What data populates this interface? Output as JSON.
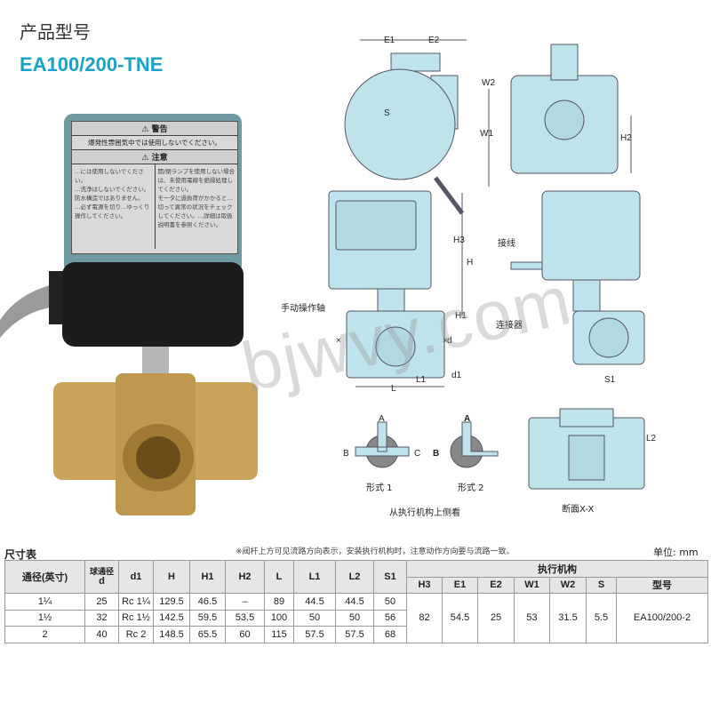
{
  "header": {
    "title_cn": "产品型号",
    "model": "EA100/200-TNE"
  },
  "watermark": "bjwvy.com",
  "label": {
    "warning_title": "⚠ 警告",
    "warning_text": "爆発性雰囲気中では使用しないでください。",
    "caution_title": "⚠ 注意",
    "caution_left": [
      "…には使用しないでください。",
      "…洗浄はしないでください。防水構造ではありません。",
      "…必ず電源を切り…ゆっくり操作してください。"
    ],
    "caution_right": [
      "開/閉ランプを使用しない場合は、未使用電線を絶縁処理してください。",
      "モータに過負荷がかかると…切って異常の状況をチェックしてください。…詳細は取扱説明書を参照ください。"
    ]
  },
  "diagram": {
    "E1": "E1",
    "E2": "E2",
    "W1": "W1",
    "W2": "W2",
    "S": "S",
    "H2": "H2",
    "H3": "H3",
    "H": "H",
    "H1": "H1",
    "d": "d",
    "d1": "d1",
    "L": "L",
    "L1": "L1",
    "S1": "S1",
    "L2": "L2",
    "x_mark": "×",
    "manual_shaft": "手动操作轴",
    "wiring": "接线",
    "connector": "连接器",
    "port_a": "A",
    "port_b": "B",
    "port_c": "C",
    "form1": "形式 1",
    "form2": "形式 2",
    "view_note": "从执行机构上侧看",
    "section": "断面X-X"
  },
  "table": {
    "title": "尺寸表",
    "note": "※阀杆上方可见流路方向表示，安装执行机构时，注意动作方向要与流路一致。",
    "unit": "单位: mm",
    "group_header": "执行机构",
    "headers_left": [
      "通径(英寸)",
      "球通径",
      "d",
      "d1",
      "H",
      "H1",
      "H2",
      "L",
      "L1",
      "L2",
      "S1"
    ],
    "headers_right": [
      "H3",
      "E1",
      "E2",
      "W1",
      "W2",
      "S",
      "型号"
    ],
    "rows": [
      [
        "1¼",
        "25",
        "Rc 1¼",
        "129.5",
        "46.5",
        "–",
        "89",
        "44.5",
        "44.5",
        "50"
      ],
      [
        "1½",
        "32",
        "Rc 1½",
        "142.5",
        "59.5",
        "53.5",
        "100",
        "50",
        "50",
        "56"
      ],
      [
        "2",
        "40",
        "Rc 2",
        "148.5",
        "65.5",
        "60",
        "115",
        "57.5",
        "57.5",
        "68"
      ]
    ],
    "shared": [
      "82",
      "54.5",
      "25",
      "53",
      "31.5",
      "5.5",
      "EA100/200-2"
    ]
  },
  "colors": {
    "accent": "#1aa3c8",
    "diagram_fill": "#bfe3ea",
    "brass": "#c9a45a"
  }
}
